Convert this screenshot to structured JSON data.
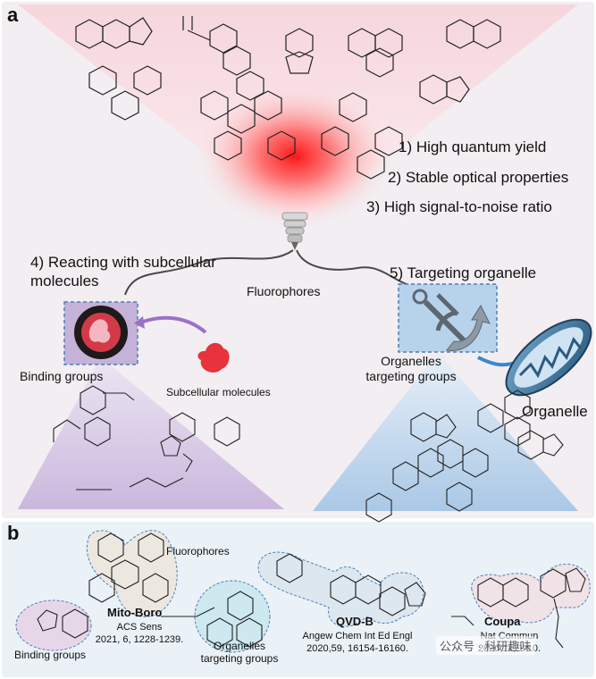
{
  "panel_a": {
    "letter": "a",
    "properties": [
      "1) High quantum yield",
      "2) Stable optical properties",
      "3)  High signal-to-noise ratio"
    ],
    "reacting": "4) Reacting with subcellular molecules",
    "targeting": "5)  Targeting organelle",
    "fluorophores": "Fluorophores",
    "binding_groups": "Binding groups",
    "subcellular": "Subcellular molecules",
    "organelles_targeting": "Organelles targeting groups",
    "organelle": "Organelle"
  },
  "panel_b": {
    "letter": "b",
    "fluorophores": "Fluorophores",
    "binding_groups": "Binding groups",
    "organelles_targeting": "Organelles targeting groups",
    "probes": [
      {
        "name": "Mito-Boro",
        "journal": "ACS Sens",
        "citation": "2021, 6, 1228-1239."
      },
      {
        "name": "QVD-B",
        "journal": "Angew Chem Int Ed Engl",
        "citation": "2020,59, 16154-16160."
      },
      {
        "name": "Coupa",
        "journal": "Nat Commun",
        "citation": "2020,11, 1-10."
      }
    ]
  },
  "watermark": "公众号 · 科研趣味",
  "colors": {
    "red_glow": "#ff2020",
    "purple": "#b79fcf",
    "blue": "#8fb7dc",
    "dashed_box": "#4e7fb5"
  }
}
